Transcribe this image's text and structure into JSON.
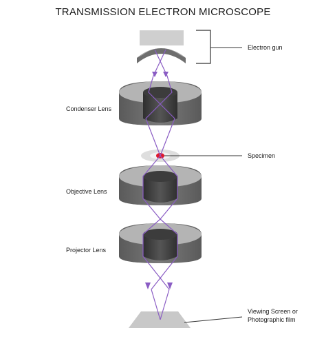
{
  "title": "TRANSMISSION ELECTRON MICROSCOPE",
  "labels": {
    "electron_gun": "Electron gun",
    "condenser_lens": "Condenser Lens",
    "specimen": "Specimen",
    "objective_lens": "Objective Lens",
    "projector_lens": "Projector Lens",
    "viewing_screen_line1": "Viewing Screen or",
    "viewing_screen_line2": "Photographic film"
  },
  "colors": {
    "beam": "#8a5cc4",
    "lens_top": "#b4b4b4",
    "lens_side": "#6e6e6e",
    "lens_bore": "#3c3c3c",
    "specimen": "#e0192e",
    "gun_cathode": "#cfcfcf",
    "screen": "#c8c8c8"
  }
}
